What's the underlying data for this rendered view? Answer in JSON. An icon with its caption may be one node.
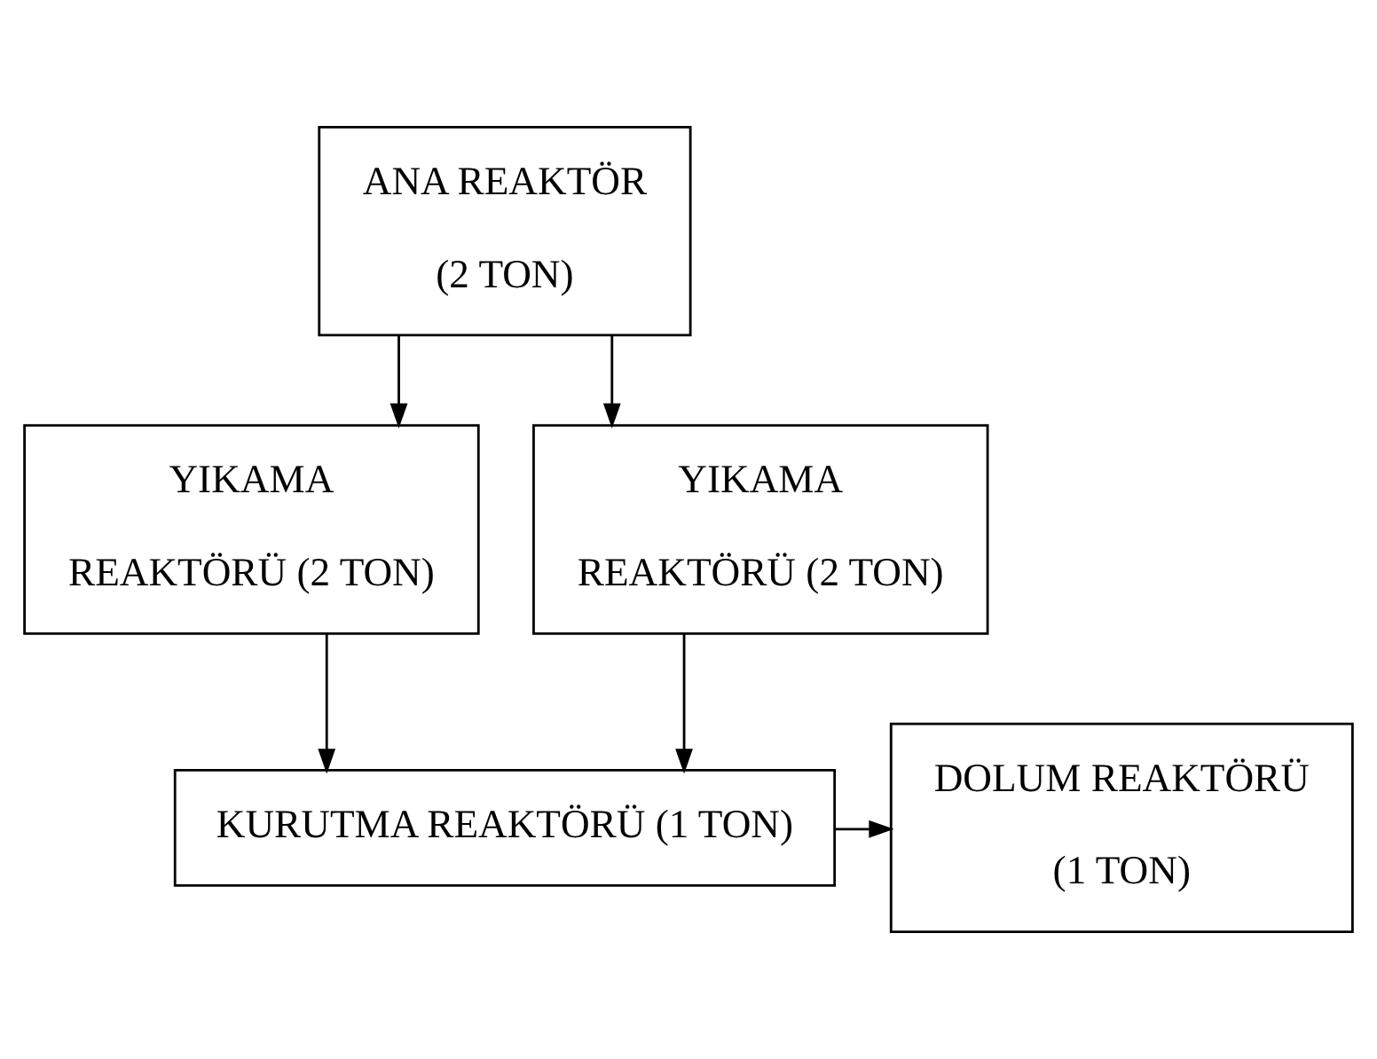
{
  "diagram": {
    "nodes": [
      {
        "text": [
          "ANA REAKTÖR",
          "(2 TON)"
        ]
      },
      {
        "text": [
          "YIKAMA",
          "REAKTÖRÜ (2 TON)"
        ]
      },
      {
        "text": [
          "YIKAMA",
          "REAKTÖRÜ (2 TON)"
        ]
      },
      {
        "text": [
          "KURUTMA REAKTÖRÜ (1 TON)"
        ]
      },
      {
        "text": [
          "DOLUM REAKTÖRÜ",
          "(1 TON)"
        ]
      }
    ],
    "edges": [
      {
        "from": 0,
        "to": 1,
        "arrow": "to"
      },
      {
        "from": 0,
        "to": 2,
        "arrow": "to"
      },
      {
        "from": 1,
        "to": 3,
        "arrow": "to"
      },
      {
        "from": 2,
        "to": 3,
        "arrow": "to"
      },
      {
        "from": 3,
        "to": 4,
        "arrow": "to"
      }
    ]
  }
}
